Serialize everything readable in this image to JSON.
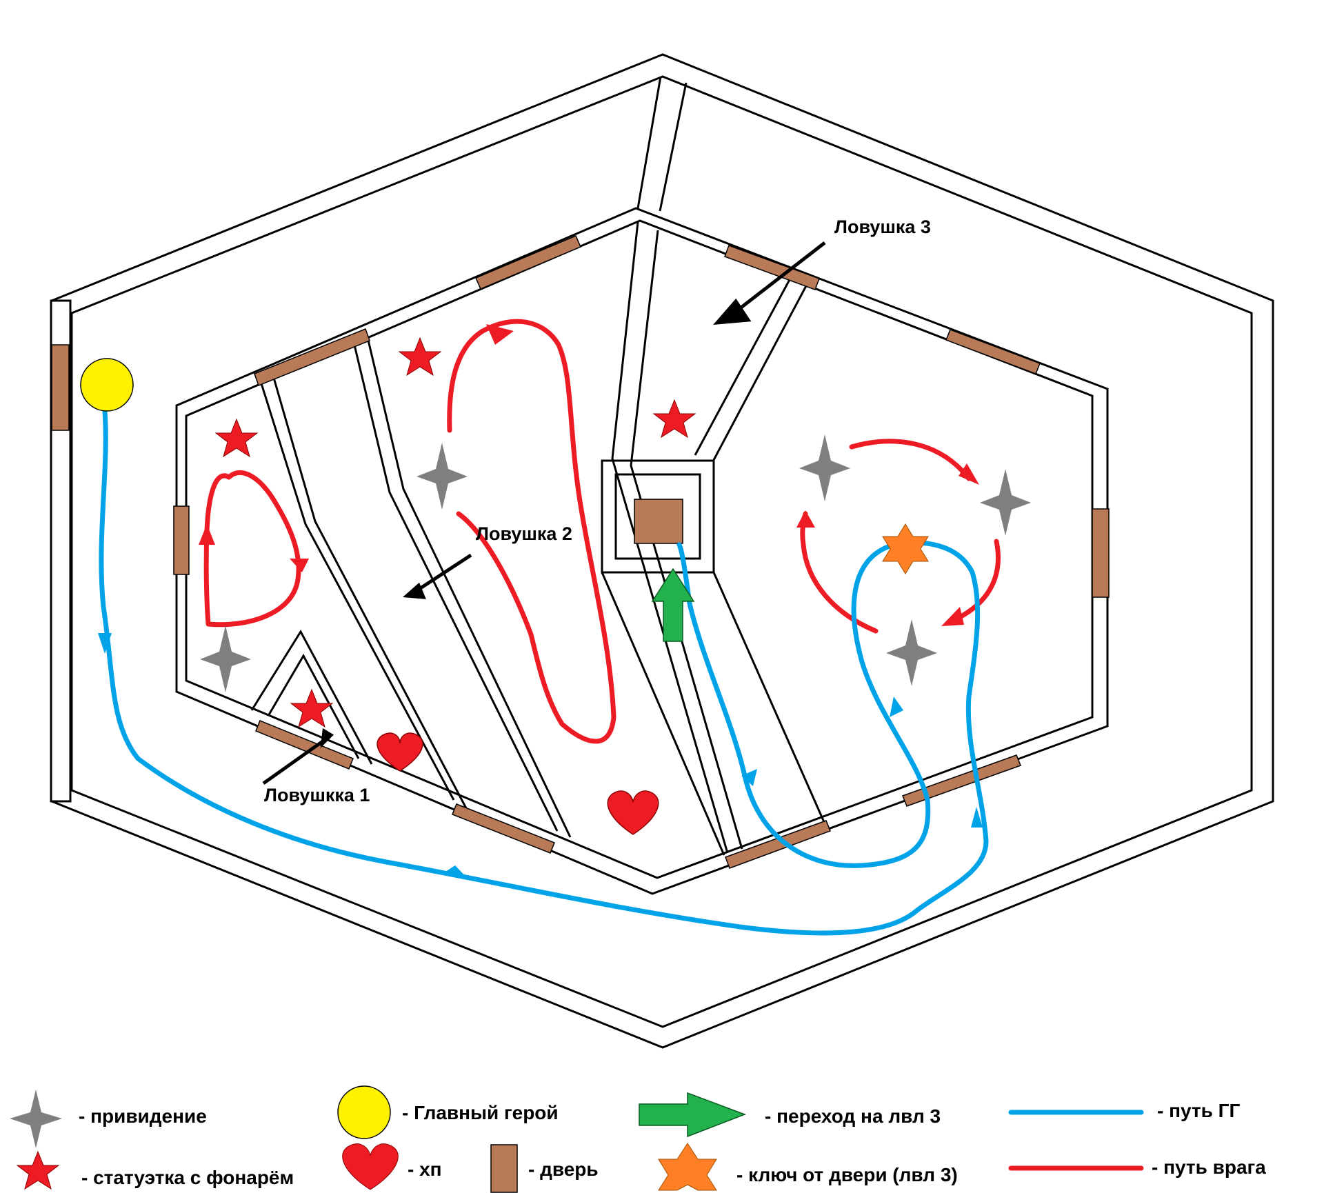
{
  "colors": {
    "wall": "#000000",
    "door": "#b97a57",
    "ghost": "#7f7f7f",
    "statue": "#ed1c24",
    "hero": "#fff200",
    "heart": "#ed1c24",
    "exit_arrow": "#22b14c",
    "key": "#ff7f27",
    "hero_path": "#00a2e8",
    "enemy_path": "#ed1c24"
  },
  "traps": {
    "trap1": "Ловушкка 1",
    "trap2": "Ловушка 2",
    "trap3": "Ловушка 3"
  },
  "legend": {
    "ghost": "- привидение",
    "statue": "- статуэтка с фонарём",
    "hero": "- Главный герой",
    "hp": "- хп",
    "door": "- дверь",
    "exit": "- переход на лвл 3",
    "key": "- ключ от двери (лвл 3)",
    "hero_path": "- путь ГГ",
    "enemy_path": "- путь врага"
  },
  "icons": [
    "ghost-icon",
    "statue-star-icon",
    "hero-circle-icon",
    "heart-icon",
    "door-icon",
    "exit-arrow-icon",
    "key-star-icon",
    "trap-arrow-icon"
  ]
}
